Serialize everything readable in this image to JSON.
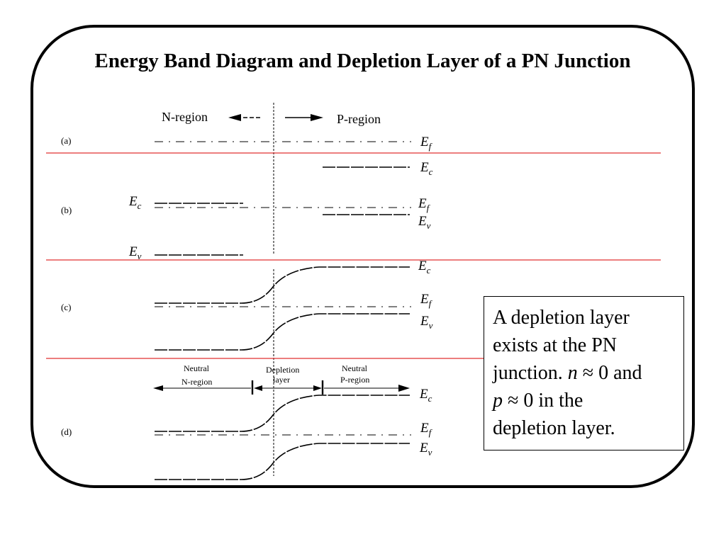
{
  "title": "Energy Band Diagram and Depletion Layer of a PN Junction",
  "direction_labels": {
    "n_region": "N-region",
    "p_region": "P-region"
  },
  "panels": [
    {
      "label": "(a)"
    },
    {
      "label": "(b)"
    },
    {
      "label": "(c)"
    },
    {
      "label": "(d)"
    }
  ],
  "energy_symbol": "E",
  "subscripts": {
    "conduction": "c",
    "fermi": "f",
    "valence": "v"
  },
  "region_labels": {
    "neutral_n_line1": "Neutral",
    "neutral_n_line2": "N-region",
    "depletion_line1": "Depletion",
    "depletion_line2": "layer",
    "neutral_p_line1": "Neutral",
    "neutral_p_line2": "P-region"
  },
  "note": {
    "line1": "A depletion layer",
    "line2": "exists at the PN",
    "line3_pre": "junction. ",
    "var_n": "n",
    "line3_post": " ≈ 0 and",
    "var_p": "p",
    "line4_post": " ≈ 0 in the",
    "line5": "depletion layer."
  },
  "colors": {
    "separator": "#e03030",
    "ink": "#000000"
  }
}
